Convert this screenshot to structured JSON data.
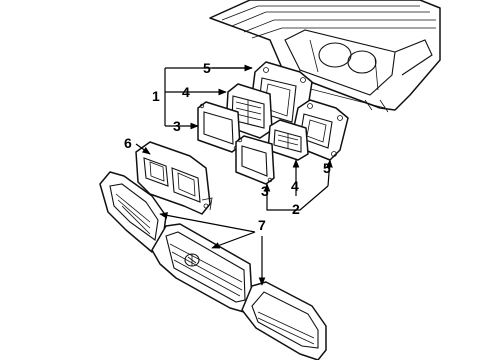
{
  "callouts": {
    "c1": "1",
    "c2": "2",
    "c3a": "3",
    "c3b": "3",
    "c4a": "4",
    "c4b": "4",
    "c5a": "5",
    "c5b": "5",
    "c6": "6",
    "c7": "7"
  },
  "colors": {
    "line": "#111111",
    "background": "#ffffff"
  }
}
